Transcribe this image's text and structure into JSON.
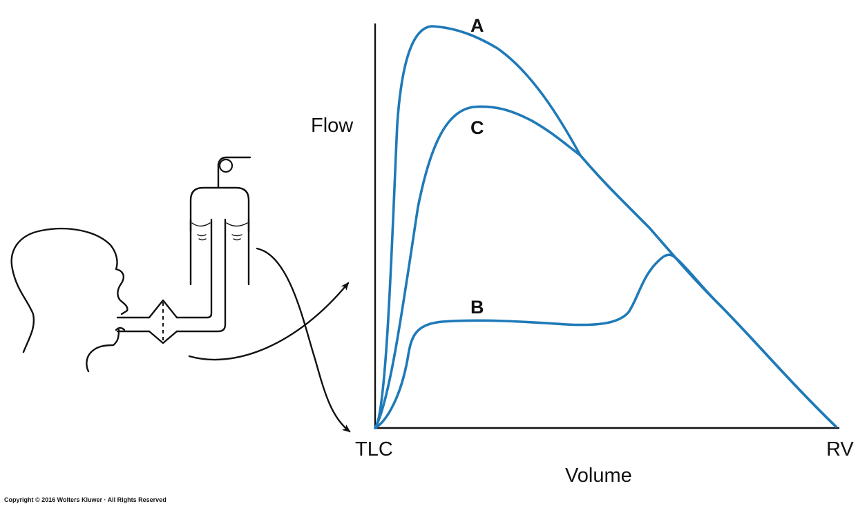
{
  "colors": {
    "curve": "#1f7ab8",
    "ink": "#111111",
    "background": "#ffffff"
  },
  "graph": {
    "y_label": "Flow",
    "x_label": "Volume",
    "x_start_label": "TLC",
    "x_end_label": "RV",
    "curves": [
      {
        "id": "A",
        "label": "A"
      },
      {
        "id": "B",
        "label": "B"
      },
      {
        "id": "C",
        "label": "C"
      }
    ]
  },
  "apparatus": {
    "parts": [
      "person-head",
      "mouthpiece",
      "flow-sensor",
      "spirometer-bell",
      "pulley"
    ]
  },
  "footer": {
    "copyright": "Copyright © 2016 Wolters Kluwer · All Rights Reserved"
  }
}
